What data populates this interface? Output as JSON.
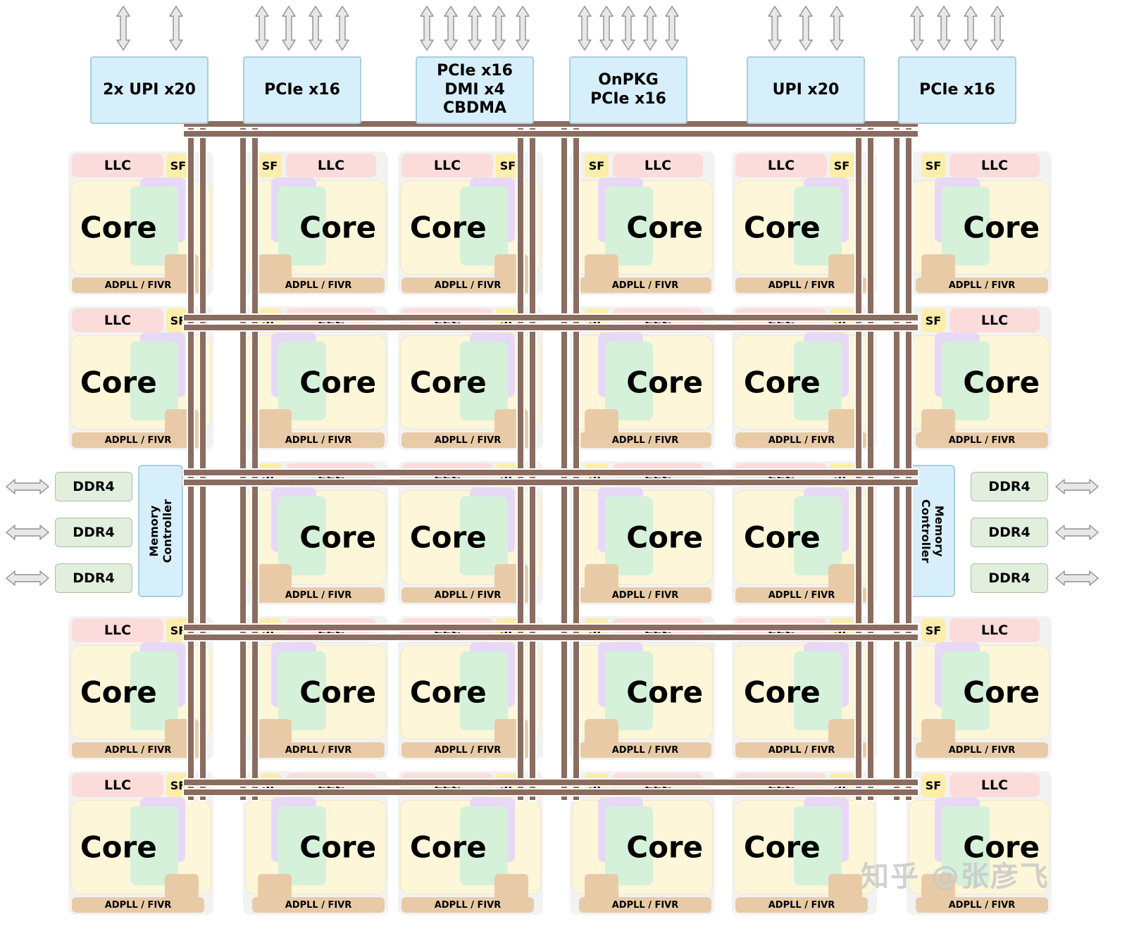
{
  "colors": {
    "io_block": "#d6effa",
    "llc": "#fcdcda",
    "sf": "#fceeaa",
    "core_body": "#fdf6d8",
    "core_green": "#d5f1da",
    "core_purple": "#e7d9f6",
    "adpll_tan": "#e8cba6",
    "ddr4": "#e2efdd",
    "mesh": "#8a6d60",
    "arrow_fill": "#e9e7e7",
    "arrow_stroke": "#909090"
  },
  "io_blocks": [
    {
      "label_lines": [
        "2x UPI x20"
      ],
      "arrows": 2
    },
    {
      "label_lines": [
        "PCIe x16"
      ],
      "arrows": 4
    },
    {
      "label_lines": [
        "PCIe x16",
        "DMI x4",
        "CBDMA"
      ],
      "arrows": 5
    },
    {
      "label_lines": [
        "OnPKG",
        "PCIe x16"
      ],
      "arrows": 5
    },
    {
      "label_lines": [
        "UPI x20"
      ],
      "arrows": 3
    },
    {
      "label_lines": [
        "PCIe x16"
      ],
      "arrows": 4
    }
  ],
  "labels": {
    "core": "Core",
    "llc": "LLC",
    "sf": "SF",
    "adpll": "ADPLL / FIVR",
    "memory_controller": "Memory Controller"
  },
  "memory": {
    "left_ddr4": [
      "DDR4",
      "DDR4",
      "DDR4"
    ],
    "right_ddr4": [
      "DDR4",
      "DDR4",
      "DDR4"
    ]
  },
  "grid": {
    "rows": 5,
    "cols": 6,
    "core_count": 28
  },
  "watermark": "知乎 @张彦飞"
}
